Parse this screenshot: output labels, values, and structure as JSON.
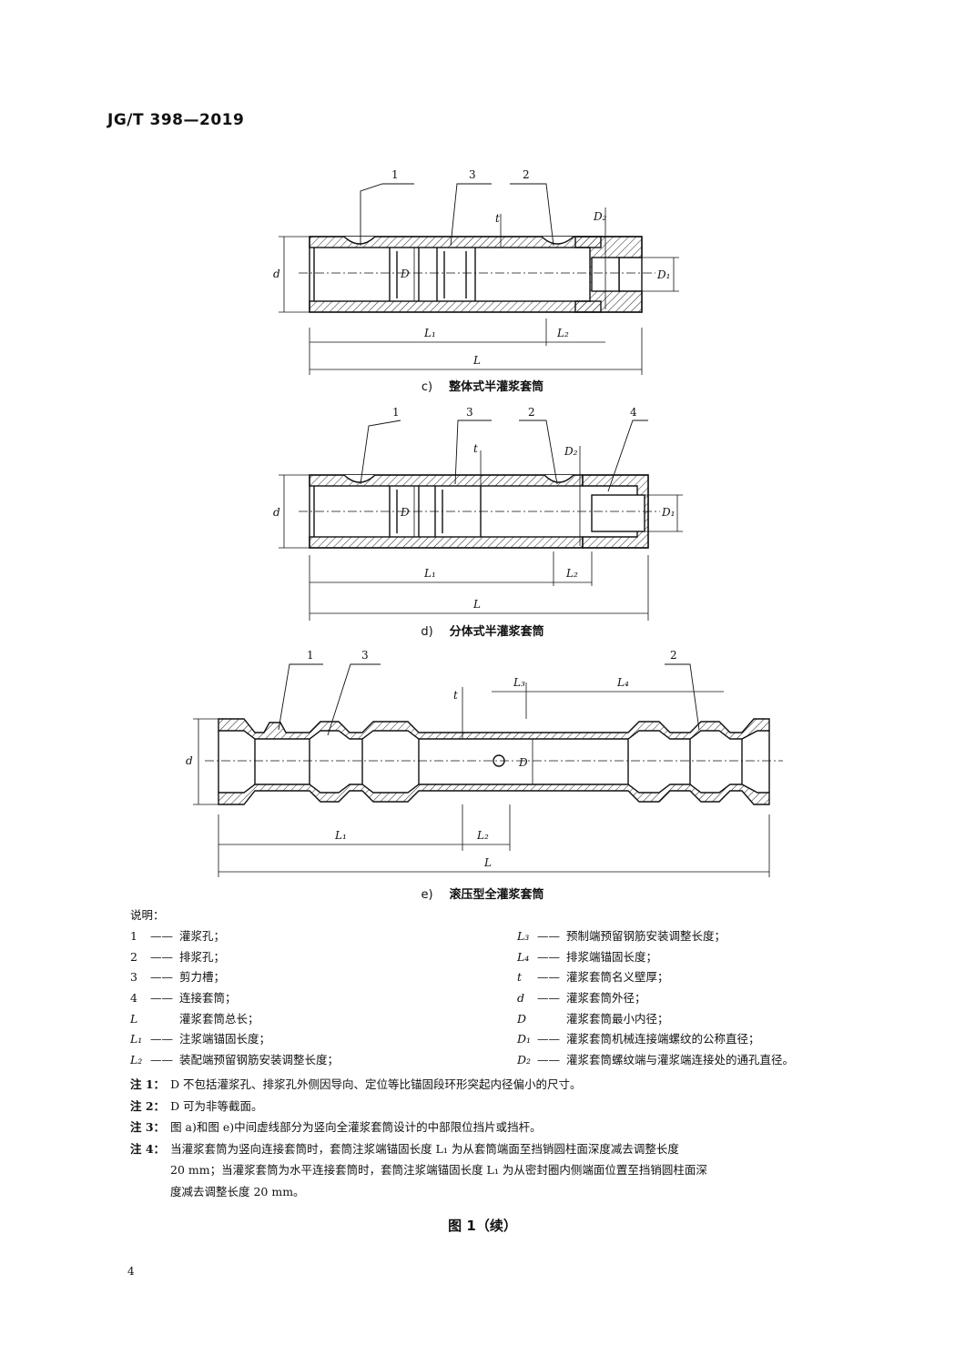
{
  "header": {
    "doc_code": "JG/T 398—2019"
  },
  "figures": {
    "c": {
      "caption_label": "c)",
      "caption": "整体式半灌浆套筒",
      "callouts": [
        "1",
        "3",
        "2"
      ],
      "dims": {
        "d": "d",
        "D": "D",
        "t": "t",
        "D1": "D1",
        "D2": "D2",
        "L1": "L1",
        "L2": "L2",
        "L": "L"
      }
    },
    "d": {
      "caption_label": "d)",
      "caption": "分体式半灌浆套筒",
      "callouts": [
        "1",
        "3",
        "2",
        "4"
      ],
      "dims": {
        "d": "d",
        "D": "D",
        "t": "t",
        "D1": "D1",
        "D2": "D2",
        "L1": "L1",
        "L2": "L2",
        "L": "L"
      }
    },
    "e": {
      "caption_label": "e)",
      "caption": "滚压型全灌浆套筒",
      "callouts": [
        "1",
        "3",
        "2"
      ],
      "dims": {
        "d": "d",
        "D": "D",
        "t": "t",
        "L1": "L1",
        "L2": "L2",
        "L3": "L3",
        "L4": "L4",
        "L": "L"
      }
    }
  },
  "legend": {
    "heading": "说明：",
    "left": [
      {
        "sym": "1",
        "text": "灌浆孔；",
        "italic": false
      },
      {
        "sym": "2",
        "text": "排浆孔；",
        "italic": false
      },
      {
        "sym": "3",
        "text": "剪力槽；",
        "italic": false
      },
      {
        "sym": "4",
        "text": "连接套筒；",
        "italic": false
      },
      {
        "sym": "L",
        "text": "灌浆套筒总长；",
        "italic": true,
        "nodash": true
      },
      {
        "sym": "L₁",
        "text": "注浆端锚固长度；",
        "italic": true
      },
      {
        "sym": "L₂",
        "text": "装配端预留钢筋安装调整长度；",
        "italic": true
      }
    ],
    "right": [
      {
        "sym": "L₃",
        "text": "预制端预留钢筋安装调整长度；",
        "italic": true
      },
      {
        "sym": "L₄",
        "text": "排浆端锚固长度；",
        "italic": true
      },
      {
        "sym": "t",
        "text": "灌浆套筒名义壁厚；",
        "italic": true
      },
      {
        "sym": "d",
        "text": "灌浆套筒外径；",
        "italic": true
      },
      {
        "sym": "D",
        "text": "灌浆套筒最小内径；",
        "italic": true,
        "nodash": true
      },
      {
        "sym": "D₁",
        "text": "灌浆套筒机械连接端螺纹的公称直径；",
        "italic": true
      },
      {
        "sym": "D₂",
        "text": "灌浆套筒螺纹端与灌浆端连接处的通孔直径。",
        "italic": true
      }
    ]
  },
  "notes": [
    {
      "label": "注 1：",
      "text": "D 不包括灌浆孔、排浆孔外侧因导向、定位等比锚固段环形突起内径偏小的尺寸。"
    },
    {
      "label": "注 2：",
      "text": "D 可为非等截面。"
    },
    {
      "label": "注 3：",
      "text": "图 a)和图 e)中间虚线部分为竖向全灌浆套筒设计的中部限位挡片或挡杆。"
    },
    {
      "label": "注 4：",
      "text": "当灌浆套筒为竖向连接套筒时，套筒注浆端锚固长度 L₁ 为从套筒端面至挡销圆柱面深度减去调整长度",
      "cont": [
        "20 mm；当灌浆套筒为水平连接套筒时，套筒注浆端锚固长度 L₁ 为从密封圈内侧端面位置至挡销圆柱面深",
        "度减去调整长度 20 mm。"
      ]
    }
  ],
  "figure_title": "图 1（续）",
  "page_number": "4"
}
